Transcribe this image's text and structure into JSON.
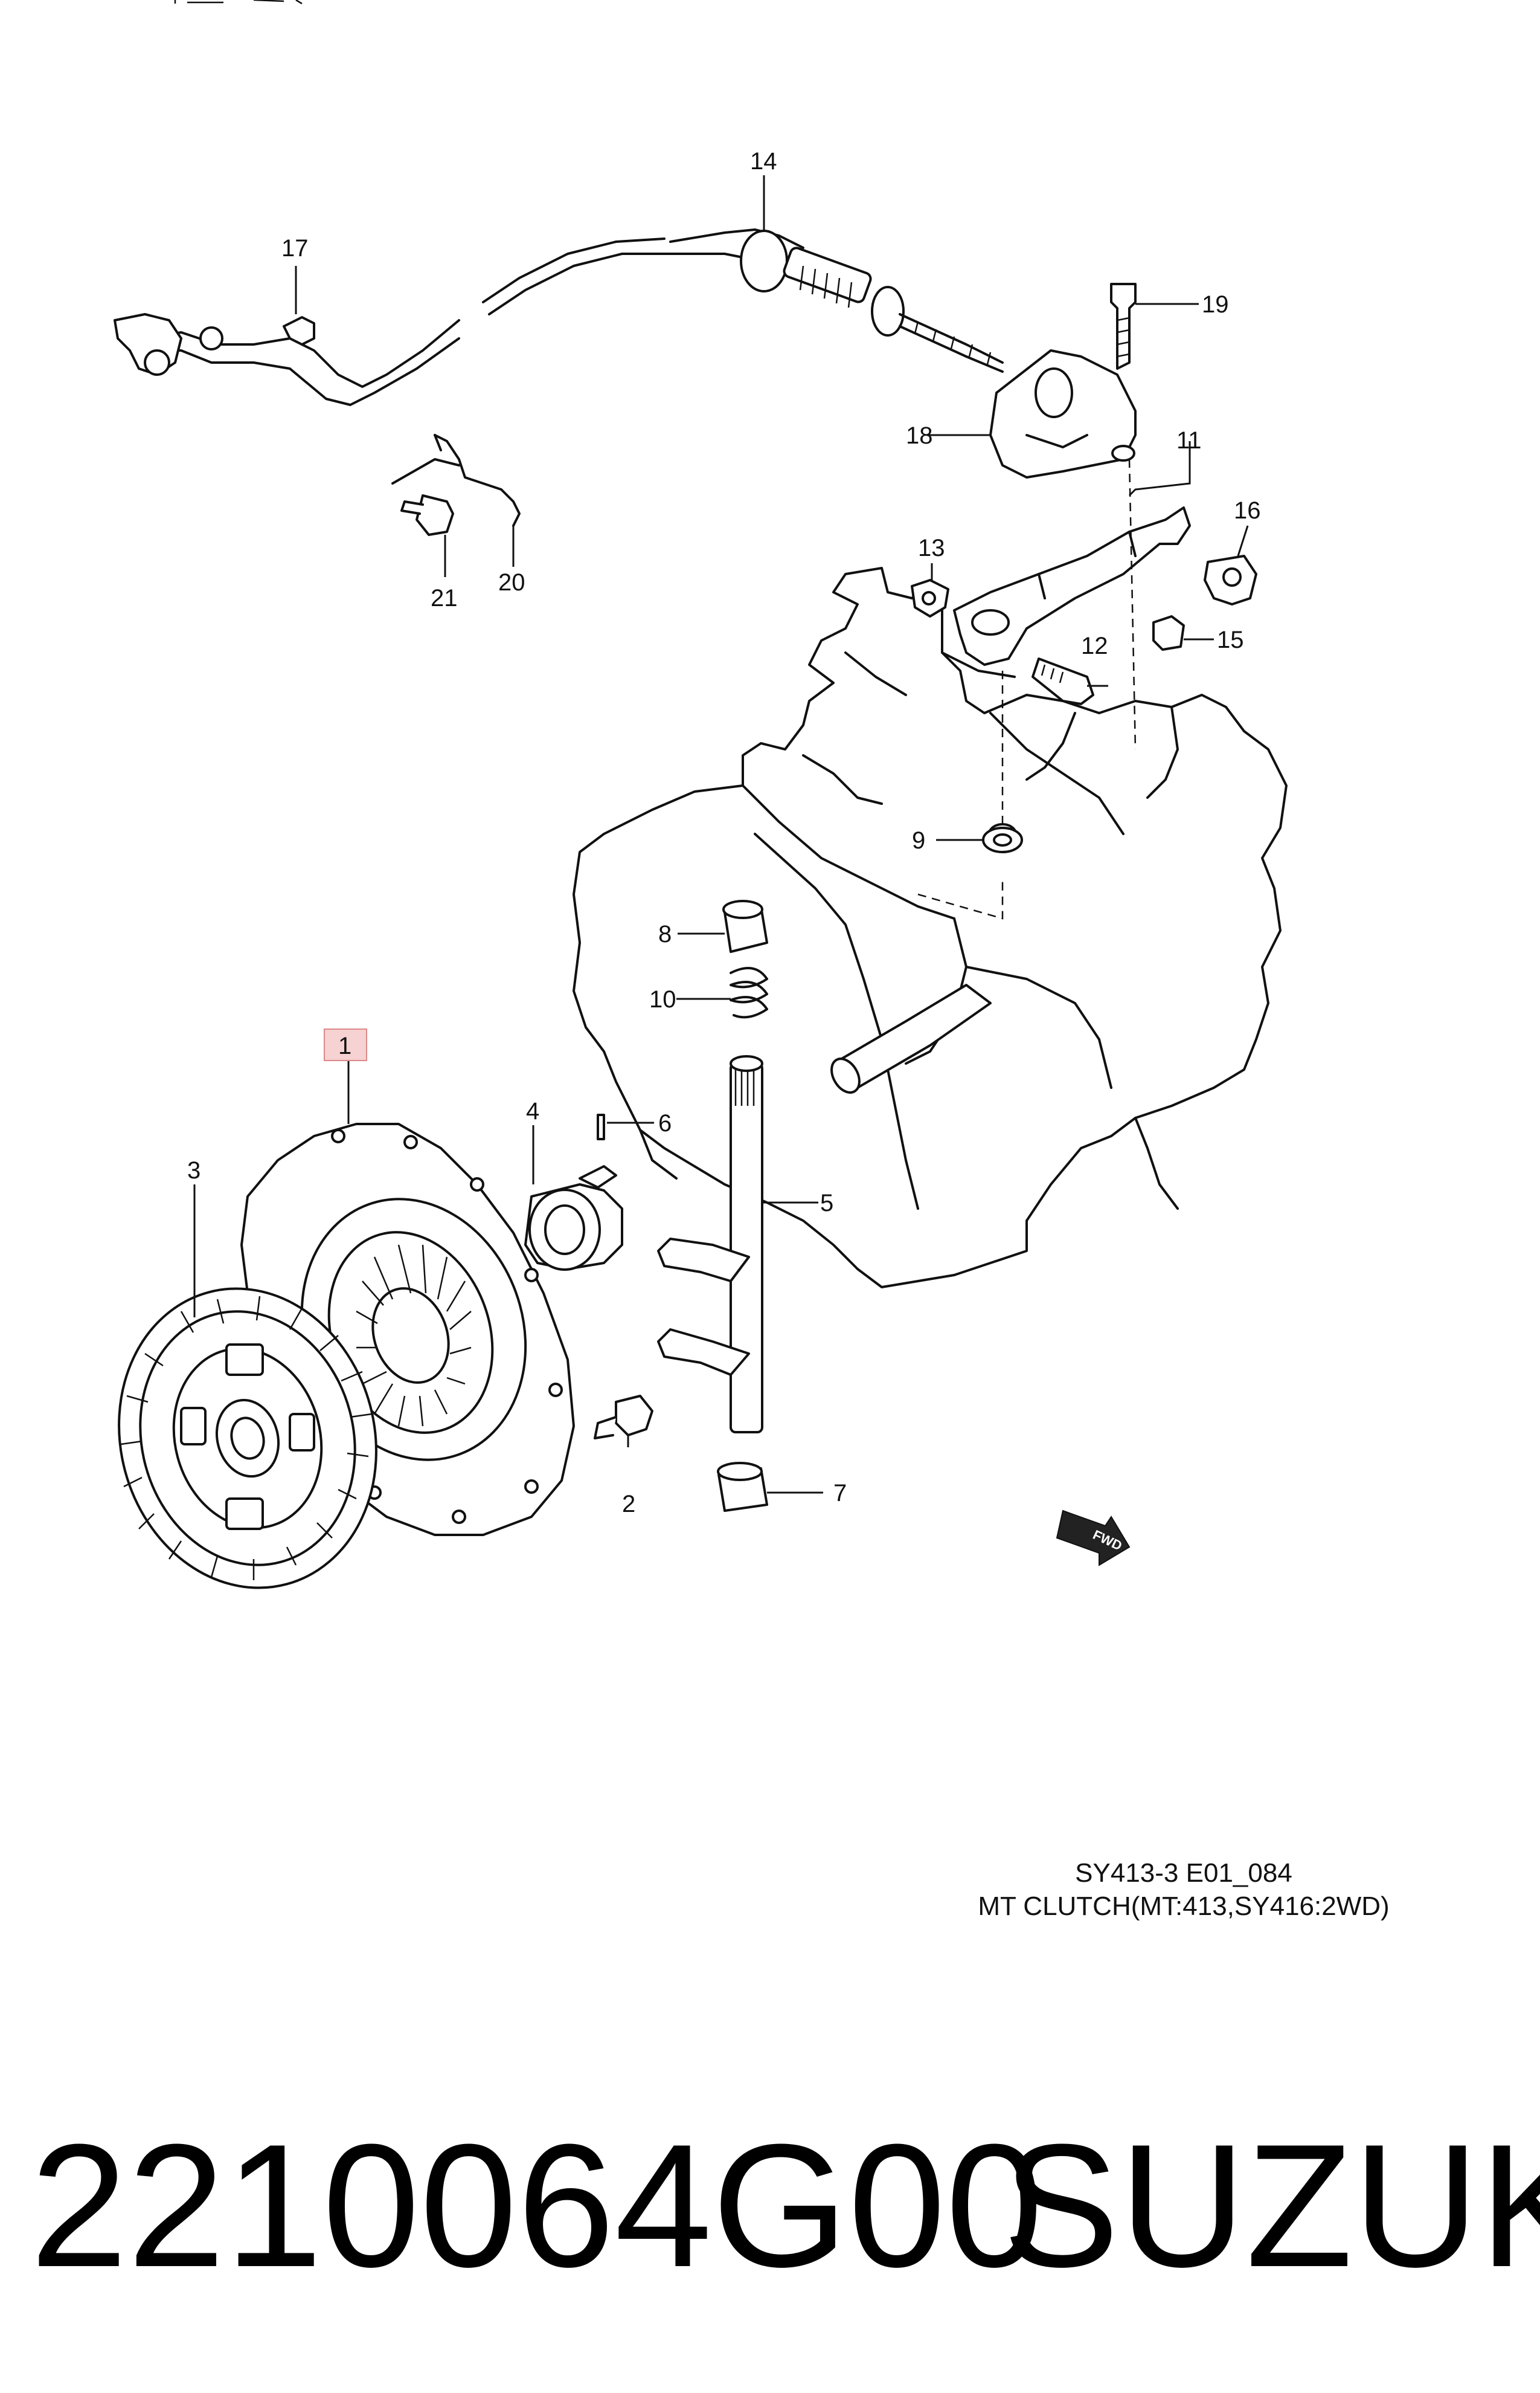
{
  "diagram": {
    "callouts": {
      "c1": "1",
      "c2": "2",
      "c3": "3",
      "c4": "4",
      "c5": "5",
      "c6": "6",
      "c7": "7",
      "c8": "8",
      "c9": "9",
      "c10": "10",
      "c11": "11",
      "c12": "12",
      "c13": "13",
      "c14": "14",
      "c15": "15",
      "c16": "16",
      "c17": "17",
      "c18": "18",
      "c19": "19",
      "c20": "20",
      "c21": "21"
    },
    "highlight_color": "#f6d2d2",
    "caption_code": "SY413-3 E01_084",
    "caption_title": "MT CLUTCH(MT:413,SY416:2WD)",
    "fwd_label": "FWD"
  },
  "footer": {
    "part_number": "2210064G00",
    "brand": "SUZUKI"
  }
}
